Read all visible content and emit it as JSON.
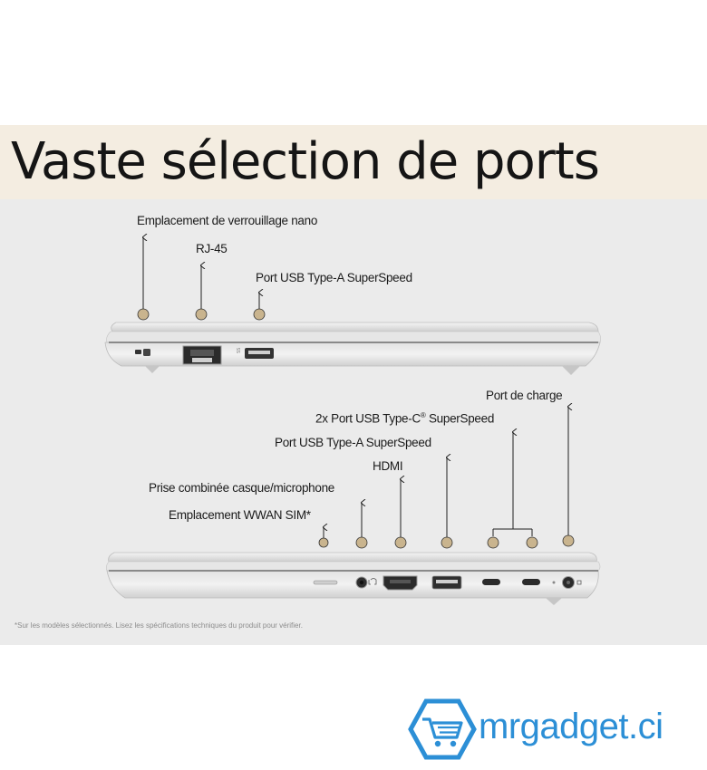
{
  "title": "Vaste sélection de ports",
  "top_side": {
    "callouts": [
      "Emplacement de verrouillage nano",
      "RJ-45",
      "Port USB Type-A SuperSpeed"
    ]
  },
  "bottom_side": {
    "callouts": [
      "Port de charge",
      "2x Port USB Type-C",
      "SuperSpeed",
      "Port USB Type-A SuperSpeed",
      "HDMI",
      "Prise combinée casque/microphone",
      "Emplacement WWAN SIM*"
    ],
    "registered_mark": "®"
  },
  "footnote": "*Sur les modèles sélectionnés. Lisez les spécifications techniques du produit pour vérifier.",
  "brand": {
    "name": "mrgadget.ci",
    "color": "#2c8fd6"
  },
  "colors": {
    "banner": "#f4ede1",
    "panel": "#ebebeb",
    "dot": "#c9b48e"
  }
}
